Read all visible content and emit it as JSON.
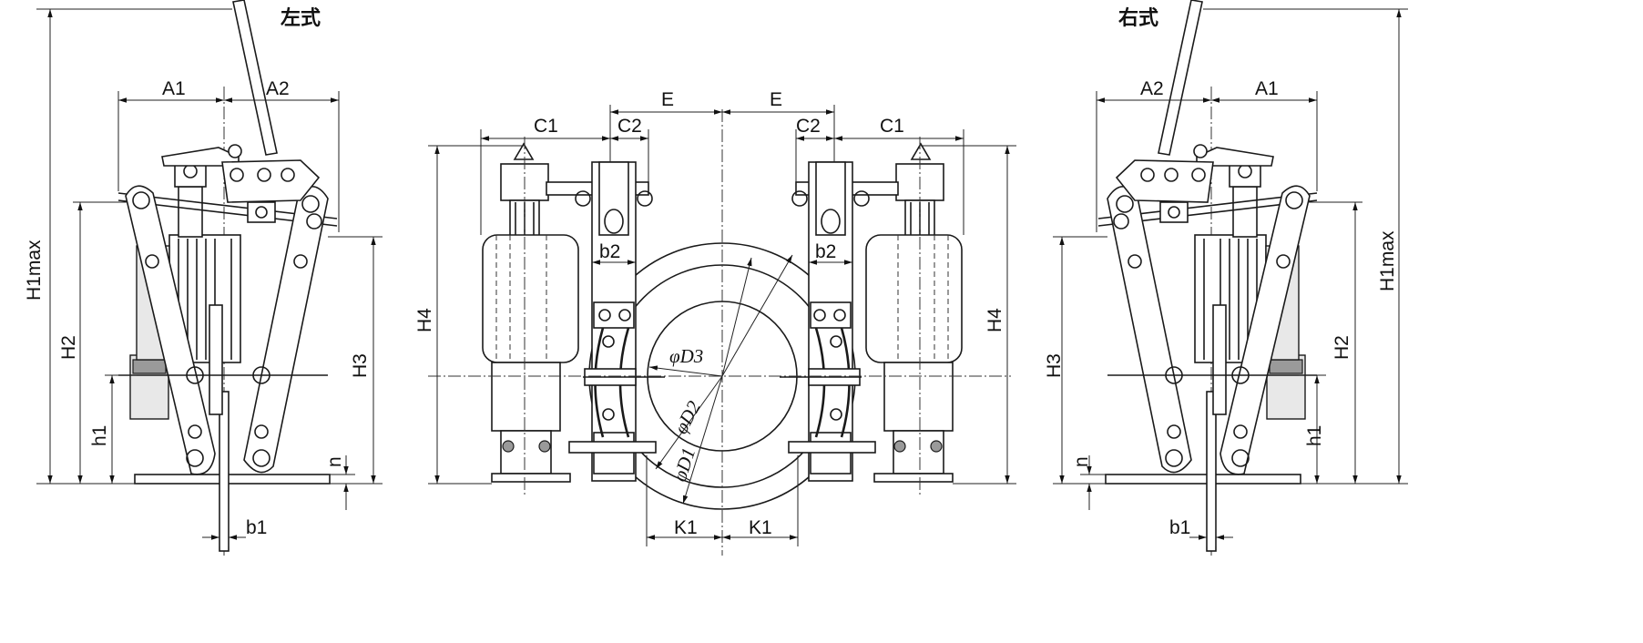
{
  "titles": {
    "left": "左式",
    "right": "右式"
  },
  "left_view": {
    "A1": "A1",
    "A2": "A2",
    "H1max": "H1max",
    "H2": "H2",
    "H3": "H3",
    "h1": "h1",
    "n": "n",
    "b1": "b1"
  },
  "right_view": {
    "A1": "A1",
    "A2": "A2",
    "H1max": "H1max",
    "H2": "H2",
    "H3": "H3",
    "h1": "h1",
    "n": "n",
    "b1": "b1"
  },
  "center_view": {
    "C1_left": "C1",
    "C2_left": "C2",
    "E_left": "E",
    "E_right": "E",
    "C2_right": "C2",
    "C1_right": "C1",
    "b2_left": "b2",
    "b2_right": "b2",
    "H4_left": "H4",
    "H4_right": "H4",
    "K1_left": "K1",
    "K1_right": "K1",
    "D3": "φD3",
    "D2": "φD2",
    "D1": "φD1"
  }
}
